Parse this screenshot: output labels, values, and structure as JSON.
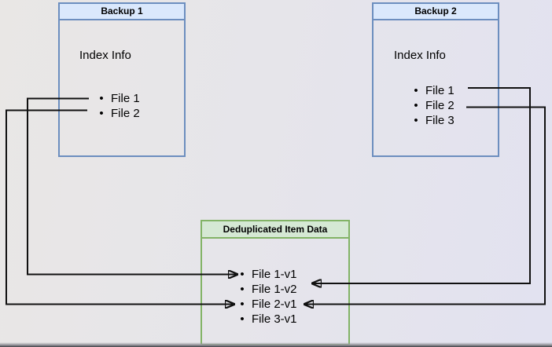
{
  "diagram": {
    "nodes": {
      "backup1": {
        "title": "Backup 1",
        "label": "Index Info",
        "items": [
          "File 1",
          "File 2"
        ]
      },
      "backup2": {
        "title": "Backup 2",
        "label": "Index Info",
        "items": [
          "File 1",
          "File 2",
          "File 3"
        ]
      },
      "dedup": {
        "title": "Deduplicated Item Data",
        "items": [
          "File 1-v1",
          "File 1-v2",
          "File 2-v1",
          "File 3-v1"
        ]
      }
    },
    "connections": [
      {
        "from": "Backup 1 / File 1",
        "to": "Deduplicated Item Data / File 1-v1"
      },
      {
        "from": "Backup 1 / File 2",
        "to": "Deduplicated Item Data / File 2-v1"
      },
      {
        "from": "Backup 2 / File 1",
        "to": "Deduplicated Item Data / File 1-v2"
      },
      {
        "from": "Backup 2 / File 2",
        "to": "Deduplicated Item Data / File 2-v1"
      }
    ],
    "colors": {
      "backup_header_fill": "#dae8fc",
      "backup_border": "#6c8ebf",
      "dedup_header_fill": "#d5e8d4",
      "dedup_border": "#82b366",
      "connector": "#101010",
      "background_left": "#e9e7e5",
      "background_right": "#e2e2f0"
    }
  }
}
